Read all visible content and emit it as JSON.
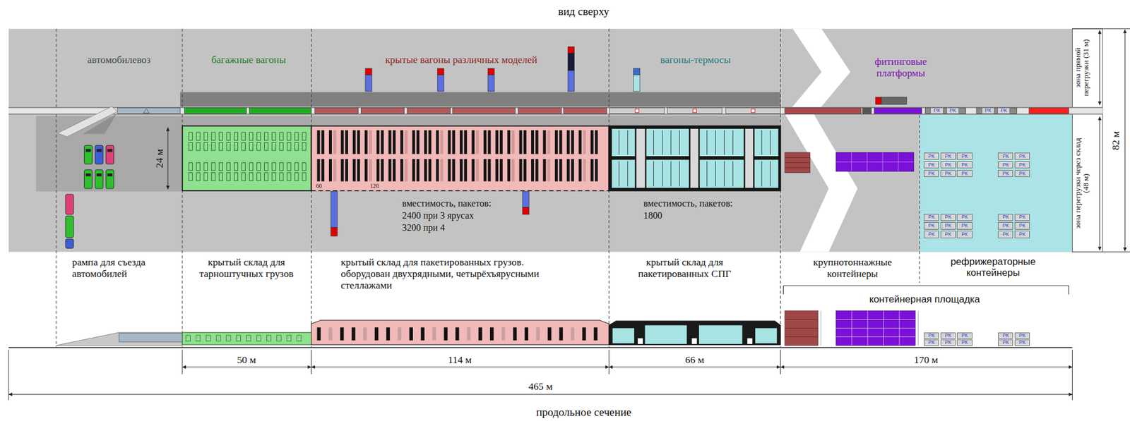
{
  "diagram": {
    "title": "вид сверху",
    "caption": "продольное сечение",
    "nodes": [
      {
        "text": [
          "РК"
        ]
      },
      {
        "text": [
          "РК"
        ]
      },
      {
        "text": [
          "РК"
        ]
      },
      {
        "text": [
          "РК"
        ]
      },
      {
        "text": [
          "РК"
        ]
      },
      {
        "text": [
          "РК"
        ]
      },
      {
        "text": [
          "РК"
        ]
      },
      {
        "text": [
          "РК"
        ]
      },
      {
        "text": [
          "РК"
        ]
      },
      {
        "text": [
          "РК"
        ]
      },
      {
        "text": [
          "РК"
        ]
      },
      {
        "text": [
          "РК"
        ]
      },
      {
        "text": [
          "РК"
        ]
      },
      {
        "text": [
          "РК"
        ]
      },
      {
        "text": [
          "РК"
        ]
      },
      {
        "text": [
          "РК"
        ]
      },
      {
        "text": [
          "РК"
        ]
      },
      {
        "text": [
          "РК"
        ]
      },
      {
        "text": [
          "РК"
        ]
      },
      {
        "text": [
          "РК"
        ]
      },
      {
        "text": [
          "РК"
        ]
      },
      {
        "text": [
          "РК"
        ]
      },
      {
        "text": [
          "РК"
        ]
      },
      {
        "text": [
          "РК"
        ]
      },
      {
        "text": [
          "РК"
        ]
      },
      {
        "text": [
          "РК"
        ]
      },
      {
        "text": [
          "РК"
        ]
      },
      {
        "text": [
          "РК"
        ]
      },
      {
        "text": [
          "РК"
        ]
      },
      {
        "text": [
          "РК"
        ]
      },
      {
        "text": [
          "РК"
        ]
      },
      {
        "text": [
          "РК"
        ]
      },
      {
        "text": [
          "РК"
        ]
      },
      {
        "text": [
          "РК"
        ]
      },
      {
        "text": [
          "РК"
        ]
      },
      {
        "text": [
          "РК"
        ]
      },
      {
        "text": [
          "РК"
        ]
      },
      {
        "text": [
          "РК"
        ]
      },
      {
        "text": [
          "РК"
        ]
      },
      {
        "text": [
          "РК"
        ]
      },
      {
        "text": [
          "РК"
        ]
      },
      {
        "text": [
          "РК"
        ]
      },
      {
        "text": [
          "РК"
        ]
      },
      {
        "text": [
          "РК"
        ]
      }
    ],
    "labels": [
      "автомобилевоз",
      "багажные вагоны",
      "крытые вагоны различных моделей",
      "вагоны-термосы",
      "фитинговые платформы",
      "зона прямой перегрузки (31 м)",
      "82 м",
      "24 м",
      "60",
      "120",
      "зона перегрузки через склад (48 м)",
      "вместимость, пакетов:",
      "2400 при 3 ярусах",
      "3200 при 4",
      "вместимость, пакетов:",
      "1800",
      "рампа для съезда автомобилей",
      "крытый склад для тарноштучных грузов",
      "крытый склад для пакетированных грузов. оборудован двухрядными, четырёхъярусными стеллажами",
      "крытый склад для пакетированных СПГ",
      "крупнотоннажные контейнеры",
      "рефрижераторные контейнеры",
      "контейнерная площадка",
      "50 м",
      "114 м",
      "66 м",
      "170 м",
      "465 м"
    ]
  }
}
